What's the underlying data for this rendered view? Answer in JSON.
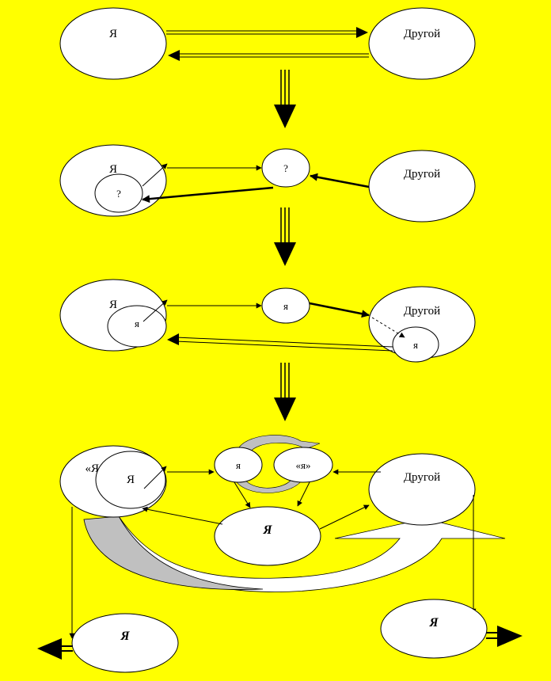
{
  "colors": {
    "background": "#ffff00",
    "node_fill": "#ffffff",
    "node_stroke": "#000000",
    "ribbon_fill": "#c0c0c0"
  },
  "stage1": {
    "self": "Я",
    "other": "Другой"
  },
  "stage2": {
    "self": "Я",
    "self_inner": "?",
    "middle": "?",
    "other": "Другой"
  },
  "stage3": {
    "self": "Я",
    "self_inner": "я",
    "middle": "я",
    "other": "Другой",
    "other_inner": "я"
  },
  "stage4": {
    "self_outer": "«Я»",
    "self_inner": "Я",
    "center_left": "я",
    "center_right": "«я»",
    "center_main": "Я",
    "other": "Другой",
    "result_left": "Я",
    "result_right": "Я"
  }
}
